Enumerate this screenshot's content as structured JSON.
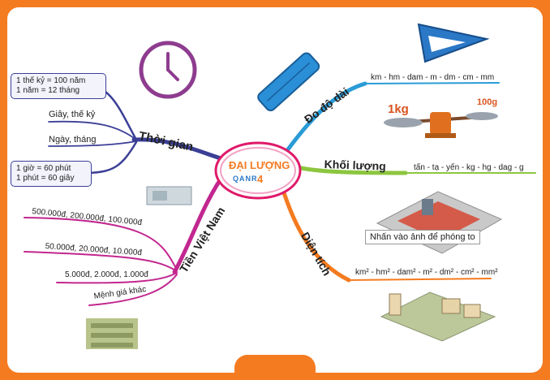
{
  "center": {
    "title": "ĐẠI LƯỢNG",
    "number": "4",
    "logo": "QANR"
  },
  "branches": {
    "thoi_gian": {
      "label": "Thời gian",
      "items": [
        "1 thế kỷ = 100 năm",
        "1 năm = 12 tháng",
        "Giây, thế kỷ",
        "Ngày, tháng",
        "1 giờ = 60 phút",
        "1 phút = 60 giây"
      ]
    },
    "tien": {
      "label": "Tiền Việt Nam",
      "items": [
        "500.000đ, 200.000đ, 100.000đ",
        "50.000đ, 20.000đ, 10.000đ",
        "5.000đ, 2.000đ, 1.000đ",
        "Mệnh giá khác"
      ]
    },
    "do_dai": {
      "label": "Đo độ dài",
      "units": "km - hm - dam - m - dm - cm - mm"
    },
    "khoi_luong": {
      "label": "Khối lượng",
      "units": "tấn - tạ - yến - kg - hg - dag - g",
      "weight_left": "1kg",
      "weight_right": "100g"
    },
    "dien_tich": {
      "label": "Diện tích",
      "units": "km² - hm² - dam² - m² - dm² - cm² - mm²"
    }
  },
  "tooltip": "Nhấn vào ảnh để phóng to",
  "colors": {
    "frame": "#f47b20",
    "time": "#3b3f96",
    "money": "#c2278f",
    "length": "#2a9bd6",
    "mass": "#8cc63f",
    "area": "#f47b20",
    "center": "#e0196a"
  }
}
